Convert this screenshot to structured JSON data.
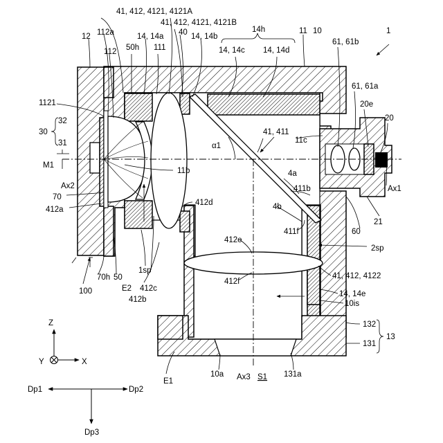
{
  "figure": {
    "ref_main": "1",
    "labels": {
      "l_41_4121A": "41, 412, 4121, 4121A",
      "l_41_4121B": "41, 412, 4121, 4121B",
      "l_12": "12",
      "l_112a_top": "112a",
      "l_14_14a": "14, 14a",
      "l_40": "40",
      "l_14_14b": "14, 14b",
      "l_14h": "14h",
      "l_14_14c": "14, 14c",
      "l_14_14d": "14, 14d",
      "l_11": "11",
      "l_10": "10",
      "l_50h": "50h",
      "l_111": "111",
      "l_112": "112",
      "l_61_61b": "61, 61b",
      "l_61_61a": "61, 61a",
      "l_20e": "20e",
      "l_20": "20",
      "l_1121": "1121",
      "l_30": "30",
      "l_32": "32",
      "l_31": "31",
      "l_41_411": "41, 411",
      "l_11c": "11c",
      "l_alpha1": "α1",
      "l_M1": "M1",
      "l_11b": "11b",
      "l_4a": "4a",
      "l_Ax2": "Ax2",
      "l_411b": "411b",
      "l_Ax1": "Ax1",
      "l_70": "70",
      "l_412a": "412a",
      "l_412d": "412d",
      "l_4b": "4b",
      "l_21": "21",
      "l_60": "60",
      "l_411f": "411f",
      "l_412e": "412e",
      "l_2sp": "2sp",
      "l_70h": "70h",
      "l_50": "50",
      "l_1sp": "1sp",
      "l_41_4122": "41, 412, 4122",
      "l_100": "100",
      "l_E2": "E2",
      "l_412c": "412c",
      "l_412f": "412f",
      "l_14_14e": "14, 14e",
      "l_412b": "412b",
      "l_10is": "10is",
      "l_132": "132",
      "l_13": "13",
      "l_131": "131",
      "l_E1": "E1",
      "l_10a": "10a",
      "l_Ax3": "Ax3",
      "l_S1": "S1",
      "l_131a": "131a"
    },
    "coords": {
      "z": "Z",
      "y": "Y",
      "x": "X"
    },
    "directions": {
      "dp1": "Dp1",
      "dp2": "Dp2",
      "dp3": "Dp3"
    }
  }
}
